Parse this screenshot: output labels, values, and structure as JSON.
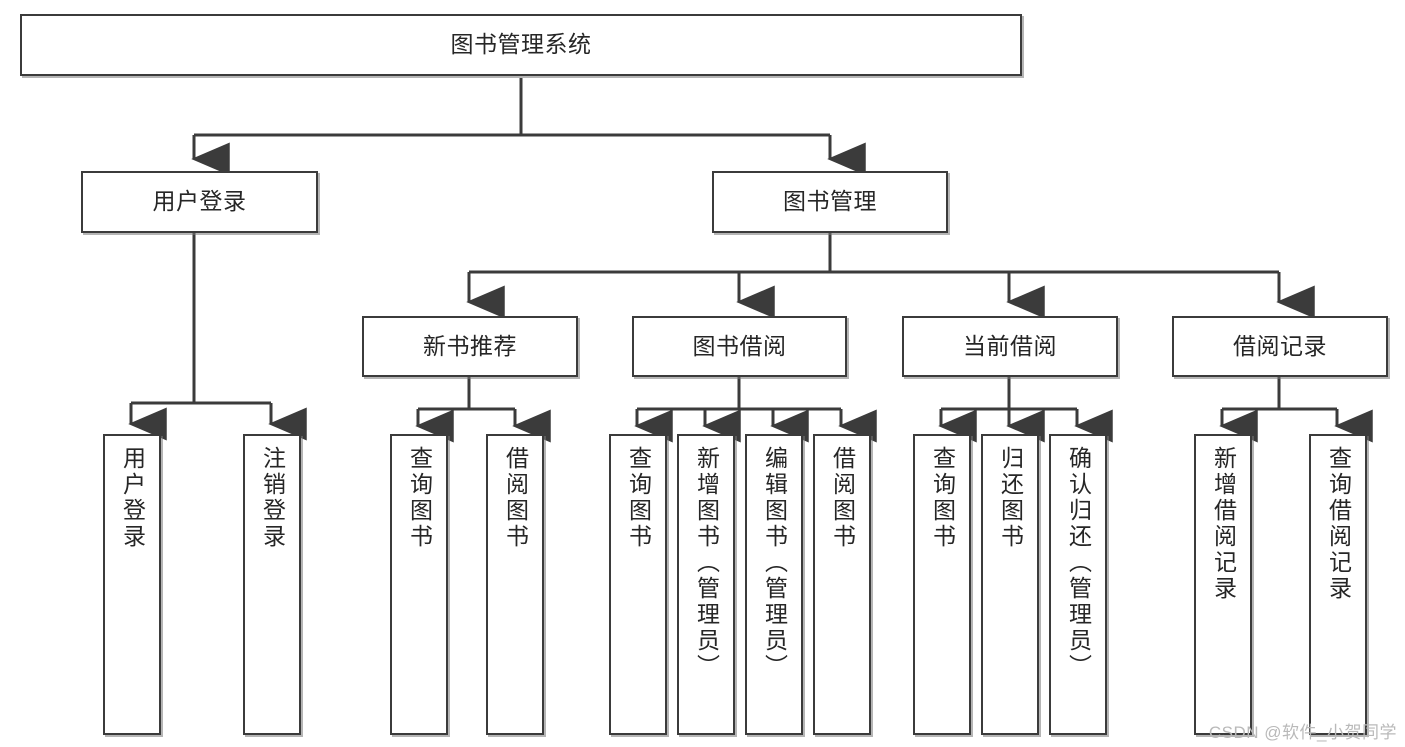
{
  "diagram": {
    "title": "图书管理系统",
    "type": "tree-hierarchy",
    "watermark": "CSDN @软件_小贺同学",
    "colors": {
      "box_border": "#3b3b3b",
      "box_fill": "#ffffff",
      "edge": "#3b3b3b",
      "text": "#262626",
      "watermark": "#b9b9b9",
      "background": "#ffffff"
    },
    "nodes": {
      "root": {
        "label": "图书管理系统"
      },
      "level2": [
        {
          "label": "用户登录"
        },
        {
          "label": "图书管理"
        }
      ],
      "level3": [
        {
          "label": "新书推荐"
        },
        {
          "label": "图书借阅"
        },
        {
          "label": "当前借阅"
        },
        {
          "label": "借阅记录"
        }
      ],
      "leaves": {
        "user_login": [
          {
            "label": "用户登录"
          },
          {
            "label": "注销登录"
          }
        ],
        "new_book_recommend": [
          {
            "label": "查询图书"
          },
          {
            "label": "借阅图书"
          }
        ],
        "book_borrow": [
          {
            "label": "查询图书"
          },
          {
            "label": "新增图书（管理员）"
          },
          {
            "label": "编辑图书（管理员）"
          },
          {
            "label": "借阅图书"
          }
        ],
        "current_borrow": [
          {
            "label": "查询图书"
          },
          {
            "label": "归还图书"
          },
          {
            "label": "确认归还（管理员）"
          }
        ],
        "borrow_record": [
          {
            "label": "新增借阅记录"
          },
          {
            "label": "查询借阅记录"
          }
        ]
      }
    }
  }
}
